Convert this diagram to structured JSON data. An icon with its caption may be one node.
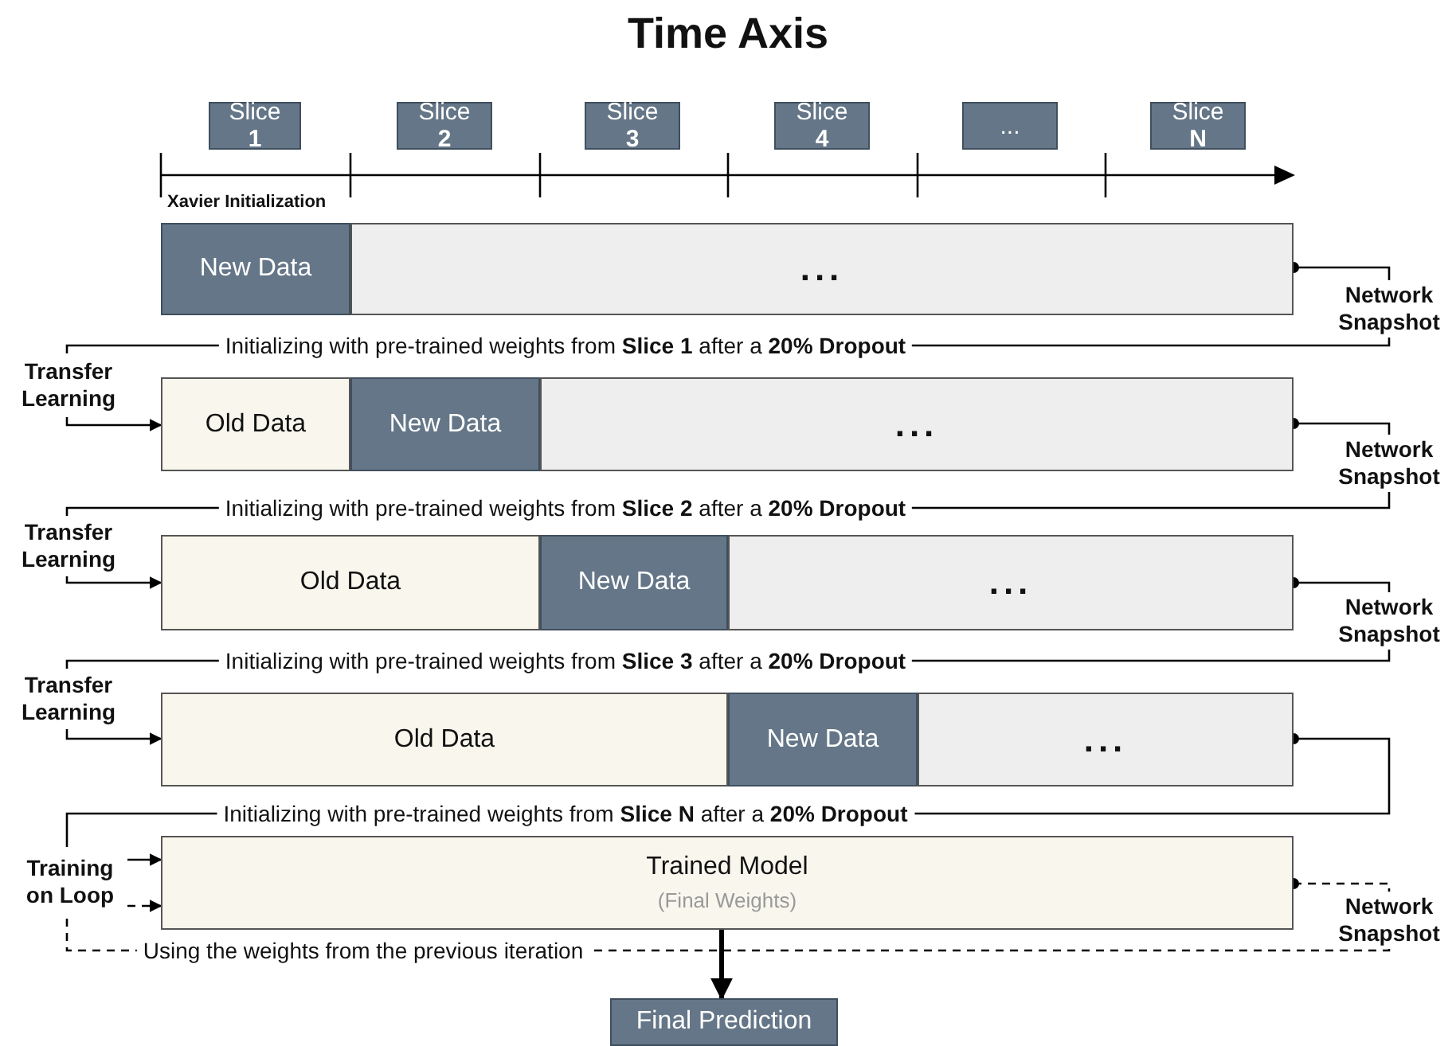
{
  "diagram": {
    "title": "Time Axis",
    "nodes": [
      {
        "text": [
          "Slice **1**"
        ]
      },
      {
        "text": [
          "Slice **2**"
        ]
      },
      {
        "text": [
          "Slice **3**"
        ]
      },
      {
        "text": [
          "Slice **4**"
        ]
      },
      {
        "text": [
          "..."
        ]
      },
      {
        "text": [
          "Slice **N**"
        ]
      },
      {
        "text": [
          "New Data"
        ]
      },
      {
        "text": [
          "..."
        ]
      },
      {
        "text": [
          "Network Snapshot"
        ]
      },
      {
        "text": [
          "Transfer Learning"
        ]
      },
      {
        "text": [
          "Old Data"
        ]
      },
      {
        "text": [
          "New Data"
        ]
      },
      {
        "text": [
          "..."
        ]
      },
      {
        "text": [
          "Network Snapshot"
        ]
      },
      {
        "text": [
          "Transfer Learning"
        ]
      },
      {
        "text": [
          "Old Data"
        ]
      },
      {
        "text": [
          "New Data"
        ]
      },
      {
        "text": [
          "..."
        ]
      },
      {
        "text": [
          "Network Snapshot"
        ]
      },
      {
        "text": [
          "Transfer Learning"
        ]
      },
      {
        "text": [
          "Old Data"
        ]
      },
      {
        "text": [
          "New Data"
        ]
      },
      {
        "text": [
          "..."
        ]
      },
      {
        "text": [
          "Training on Loop"
        ]
      },
      {
        "text": [
          "Trained Model",
          "(Final Weights)"
        ]
      },
      {
        "text": [
          "Network Snapshot"
        ]
      },
      {
        "text": [
          "Final Prediction"
        ]
      }
    ],
    "edges": [
      {
        "from": 7,
        "to": 8,
        "arrow": "other"
      },
      {
        "from": 8,
        "to": 9,
        "arrow": "none",
        "label": "Initializing with pre-trained weights from **Slice 1** after a **20% Dropout**"
      },
      {
        "from": 9,
        "to": 10,
        "arrow": "to"
      },
      {
        "from": 12,
        "to": 13,
        "arrow": "other"
      },
      {
        "from": 13,
        "to": 14,
        "arrow": "none",
        "label": "Initializing with pre-trained weights from **Slice 2** after a **20% Dropout**"
      },
      {
        "from": 14,
        "to": 15,
        "arrow": "to"
      },
      {
        "from": 17,
        "to": 18,
        "arrow": "other"
      },
      {
        "from": 18,
        "to": 19,
        "arrow": "none",
        "label": "Initializing with pre-trained weights from **Slice 3** after a **20% Dropout**"
      },
      {
        "from": 19,
        "to": 20,
        "arrow": "to"
      },
      {
        "from": 22,
        "to": 23,
        "arrow": "other",
        "label": "Initializing with pre-trained weights from **Slice N** after a **20% Dropout**"
      },
      {
        "from": 23,
        "to": 24,
        "arrow": "to"
      },
      {
        "from": 23,
        "to": 24,
        "arrow": "to",
        "style": "dashed"
      },
      {
        "from": 24,
        "to": 25,
        "arrow": "other",
        "style": "dashed"
      },
      {
        "from": 25,
        "to": 23,
        "arrow": "none",
        "style": "dashed",
        "label": "Using the weights from the previous iteration"
      },
      {
        "from": 24,
        "to": 26,
        "arrow": "to",
        "style": "thick"
      }
    ],
    "labels": [
      "Xavier Initialization"
    ]
  }
}
